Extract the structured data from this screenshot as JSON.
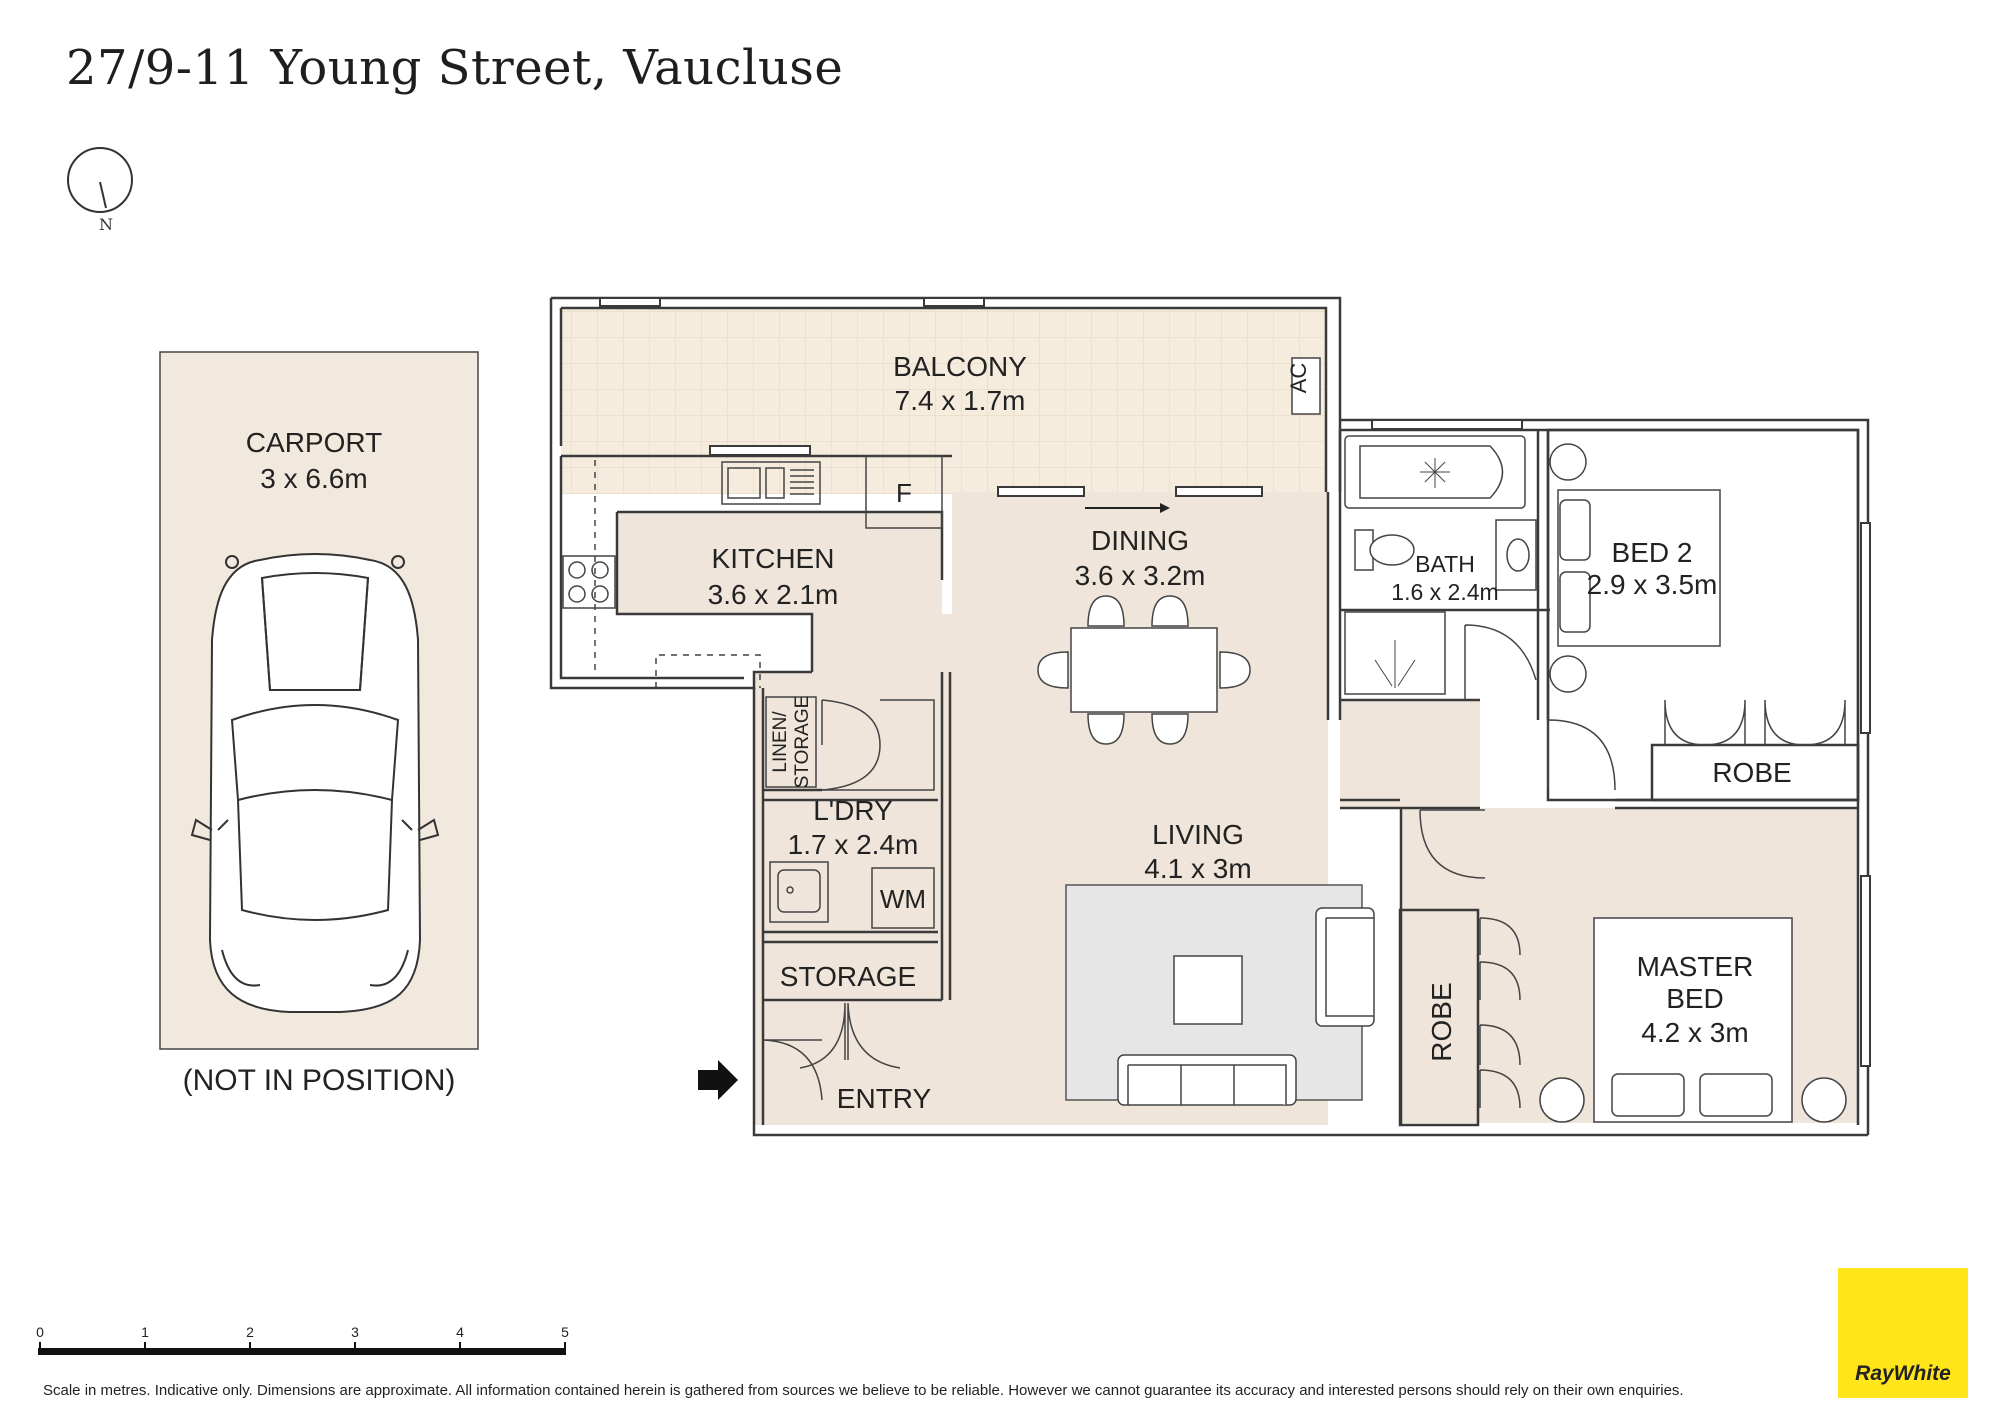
{
  "title": "27/9-11 Young Street, Vaucluse",
  "compass": {
    "label": "N"
  },
  "rooms": {
    "balcony": {
      "name": "BALCONY",
      "size": "7.4 x 1.7m"
    },
    "carport": {
      "name": "CARPORT",
      "size": "3 x 6.6m",
      "note": "(NOT IN POSITION)"
    },
    "kitchen": {
      "name": "KITCHEN",
      "size": "3.6 x 2.1m"
    },
    "dining": {
      "name": "DINING",
      "size": "3.6 x 3.2m"
    },
    "bath": {
      "name": "BATH",
      "size": "1.6 x 2.4m"
    },
    "bed2": {
      "name": "BED 2",
      "size": "2.9 x 3.5m"
    },
    "linen": {
      "line1": "LINEN/",
      "line2": "STORAGE"
    },
    "laundry": {
      "name": "L'DRY",
      "size": "1.7 x 2.4m"
    },
    "living": {
      "name": "LIVING",
      "size": "4.1 x 3m"
    },
    "storage": {
      "name": "STORAGE"
    },
    "entry": {
      "name": "ENTRY"
    },
    "master": {
      "line1": "MASTER",
      "line2": "BED",
      "size": "4.2 x 3m"
    },
    "robe_master": {
      "name": "ROBE"
    },
    "robe_bed2": {
      "name": "ROBE"
    }
  },
  "fixtures": {
    "fridge": "F",
    "washing_machine": "WM",
    "air_con": "AC"
  },
  "scale": {
    "ticks": [
      "0",
      "1",
      "2",
      "3",
      "4",
      "5"
    ],
    "unit": "metres"
  },
  "disclaimer": "Scale in metres. Indicative only. Dimensions are approximate. All information contained herein is gathered from sources we believe to be reliable. However we cannot guarantee its accuracy and interested persons should rely on their own enquiries.",
  "logo": {
    "text": "RayWhite",
    "color": "#ffe51a"
  },
  "colors": {
    "floor": "#efe5da",
    "wall": "#3a3a3a",
    "rug": "#e6e6e6",
    "logo_bg": "#ffe51a"
  }
}
